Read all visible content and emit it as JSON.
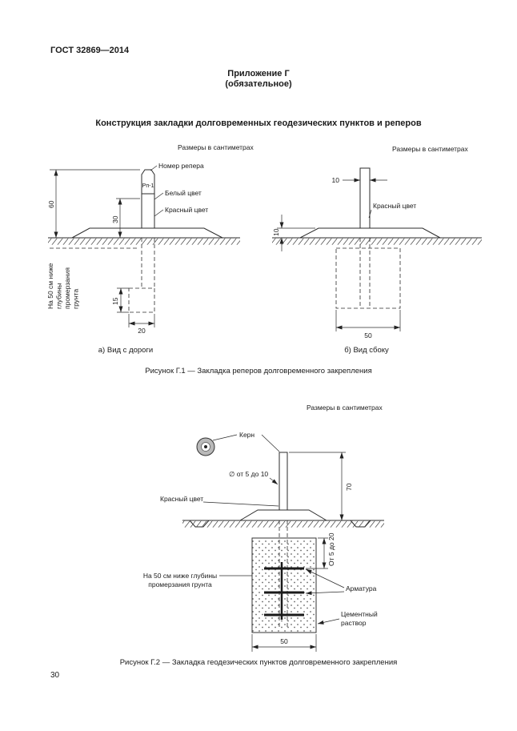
{
  "page": {
    "doc_code": "ГОСТ 32869—2014",
    "appendix": "Приложение Г",
    "appendix_note": "(обязательное)",
    "title": "Конструкция закладки долговременных геодезических пунктов и реперов",
    "page_number": "30"
  },
  "fig1": {
    "units_left": "Размеры в сантиметрах",
    "units_right": "Размеры в сантиметрах",
    "label_number": "Номер репера",
    "label_id": "Рп-1",
    "label_white": "Белый цвет",
    "label_red": "Красный цвет",
    "label_red_side": "Красный цвет",
    "frost_l1": "На 50 см ниже",
    "frost_l2": "глубины",
    "frost_l3": "промерзания",
    "frost_l4": "грунта",
    "dim_60": "60",
    "dim_30": "30",
    "dim_15": "15",
    "dim_20": "20",
    "dim_10_width": "10",
    "dim_10_height": "10",
    "dim_50": "50",
    "caption_a": "а) Вид с дороги",
    "caption_b": "б) Вид сбоку",
    "caption": "Рисунок Г.1 — Закладка реперов долговременного закрепления"
  },
  "fig2": {
    "units": "Размеры в сантиметрах",
    "label_kern": "Керн",
    "label_diameter": "∅ от 5 до 10",
    "label_red": "Красный цвет",
    "label_frost_l1": "На 50 см ниже глубины",
    "label_frost_l2": "промерзания грунта",
    "label_rebar": "Арматура",
    "label_cement_l1": "Цементный",
    "label_cement_l2": "раствор",
    "dim_70": "70",
    "dim_5_20": "От 5 до 20",
    "dim_50": "50",
    "caption": "Рисунок Г.2 — Закладка геодезических пунктов долговременного закрепления"
  }
}
